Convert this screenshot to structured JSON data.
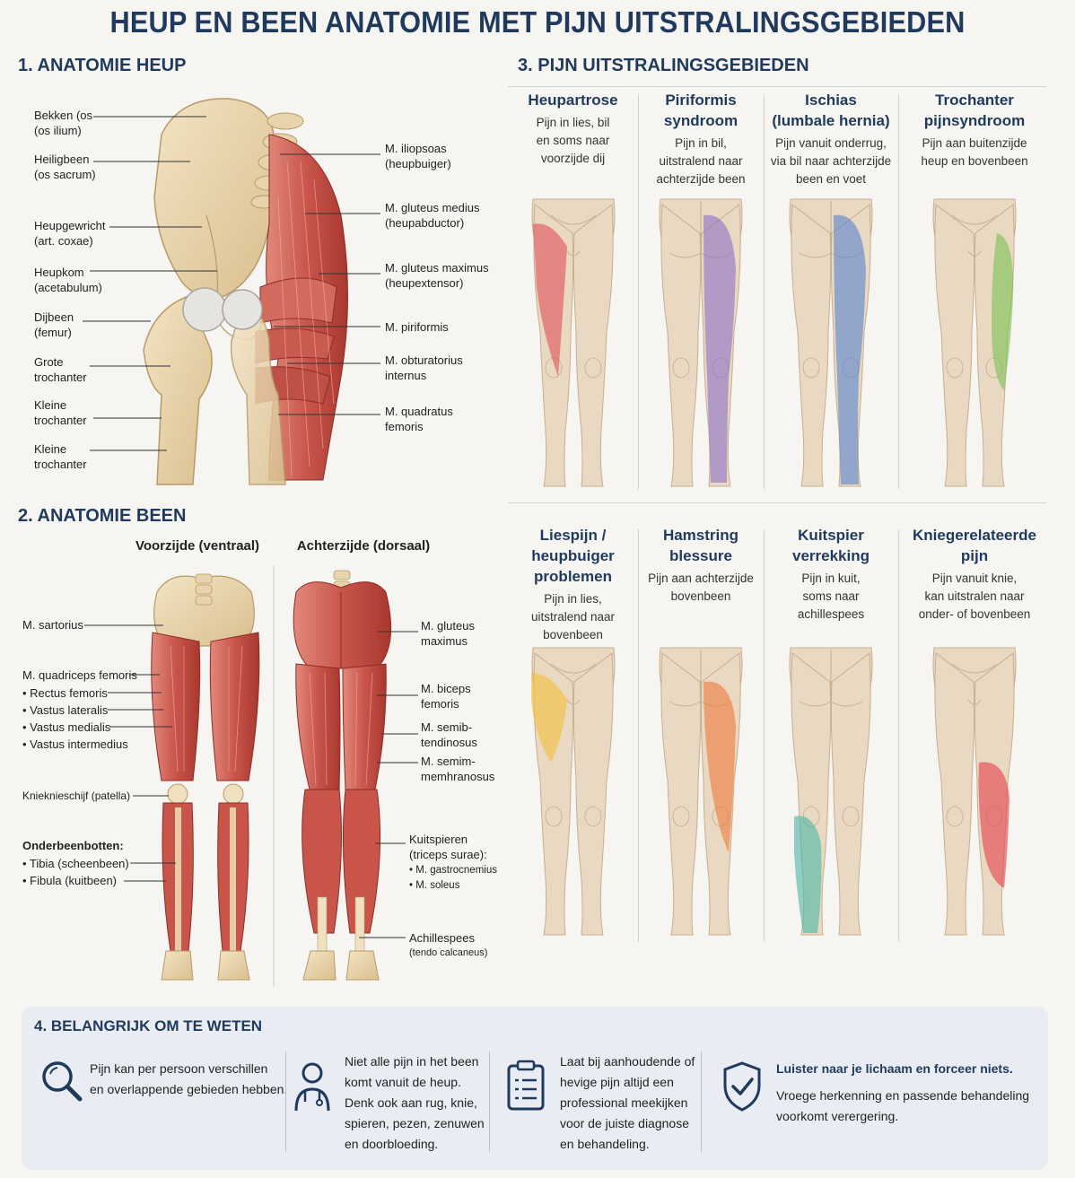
{
  "title": "HEUP EN BEEN ANATOMIE MET PIJN UITSTRALINGSGEBIEDEN",
  "section1": {
    "num": "1.",
    "title": "ANATOMIE HEUP",
    "left_labels": [
      [
        "Bekken (os",
        "(os ilium)"
      ],
      [
        "Heiligbeen",
        "(os sacrum)"
      ],
      [
        "Heupgewricht",
        "(art. coxae)"
      ],
      [
        "Heupkom",
        "(acetabulum)"
      ],
      [
        "Dijbeen",
        "(femur)"
      ],
      [
        "Grote",
        "trochanter"
      ],
      [
        "Kleine",
        "trochanter"
      ],
      [
        "Kleine",
        "trochanter"
      ]
    ],
    "right_labels": [
      [
        "M. iliopsoas",
        "(heupbuiger)"
      ],
      [
        "M. gluteus medius",
        "(heupabductor)"
      ],
      [
        "M. gluteus maximus",
        "(heupextensor)"
      ],
      [
        "M. piriformis"
      ],
      [
        "M. obturatorius",
        "internus"
      ],
      [
        "M. quadratus",
        "femoris"
      ]
    ]
  },
  "section2": {
    "num": "2.",
    "title": "ANATOMIE BEEN",
    "front_title": "Voorzijde (ventraal)",
    "back_title": "Achterzijde (dorsaal)",
    "front_labels": {
      "sartorius": "M. sartorius",
      "quad": "M. quadriceps femoris",
      "quad_items": [
        "Rectus femoris",
        "Vastus lateralis",
        "Vastus medialis",
        "Vastus intermedius"
      ],
      "patella": "Knieknieschijf (patella)",
      "bones": "Onderbeenbotten:",
      "bone_items": [
        "Tibia (scheenbeen)",
        "Fibula (kuitbeen)"
      ]
    },
    "back_labels": {
      "glut": [
        "M. gluteus",
        "maximus"
      ],
      "biceps": [
        "M. biceps",
        "femoris"
      ],
      "semit": [
        "M. semib-",
        "tendinosus"
      ],
      "semim": [
        "M. semim-",
        "memhranosus"
      ],
      "calf": [
        "Kuitspieren",
        "(triceps surae):"
      ],
      "calf_items": [
        "M. gastrocnemius",
        "M. soleus"
      ],
      "achilles": [
        "Achillespees",
        "(tendo calcaneus)"
      ]
    }
  },
  "section3": {
    "num": "3.",
    "title": "PIJN UITSTRALINGSGEBIEDEN",
    "panels": [
      {
        "title": [
          "Heupartrose"
        ],
        "desc": [
          "Pijn in lies, bil",
          "en soms naar",
          "voorzijde dij"
        ],
        "color": "#e0545a",
        "view": "front"
      },
      {
        "title": [
          "Piriformis",
          "syndroom"
        ],
        "desc": [
          "Pijn in bil,",
          "uitstralend naar",
          "achterzijde been"
        ],
        "color": "#8e72c8",
        "view": "back"
      },
      {
        "title": [
          "Ischias",
          "(lumbale hernia)"
        ],
        "desc": [
          "Pijn vanuit onderrug,",
          "via bil naar achterzijde",
          "been en voet"
        ],
        "color": "#5a86cf",
        "view": "back"
      },
      {
        "title": [
          "Trochanter",
          "pijnsyndroom"
        ],
        "desc": [
          "Pijn aan buitenzijde",
          "heup en bovenbeen"
        ],
        "color": "#7cc254",
        "view": "front"
      },
      {
        "title": [
          "Liespijn /",
          "heupbuiger",
          "problemen"
        ],
        "desc": [
          "Pijn in lies,",
          "uitstralend naar",
          "bovenbeen"
        ],
        "color": "#f0bf3c",
        "view": "front"
      },
      {
        "title": [
          "Hamstring",
          "blessure"
        ],
        "desc": [
          "Pijn aan achterzijde",
          "bovenbeen"
        ],
        "color": "#ee7a3e",
        "view": "back"
      },
      {
        "title": [
          "Kuitspier",
          "verrekking"
        ],
        "desc": [
          "Pijn in kuit,",
          "soms naar",
          "achillespees"
        ],
        "color": "#4fb8a6",
        "view": "back"
      },
      {
        "title": [
          "Kniegerelateerde",
          "pijn"
        ],
        "desc": [
          "Pijn vanuit knie,",
          "kan uitstralen naar",
          "onder- of bovenbeen"
        ],
        "color": "#e4434e",
        "view": "front"
      }
    ]
  },
  "section4": {
    "title": "4. BELANGRIJK OM TE WETEN",
    "items": [
      {
        "icon": "magnifier-icon",
        "lines": [
          "Pijn kan per persoon verschillen",
          "en overlappende gebieden hebben."
        ]
      },
      {
        "icon": "doctor-icon",
        "lines": [
          "Niet alle pijn in het been",
          "komt vanuit de heup.",
          "Denk ook aan rug, knie,",
          "spieren, pezen, zenuwen",
          "en doorbloeding."
        ]
      },
      {
        "icon": "clipboard-icon",
        "lines": [
          "Laat bij aanhoudende of",
          "hevige pijn altijd een",
          "professional meekijken",
          "voor de juiste diagnose",
          "en behandeling."
        ]
      },
      {
        "icon": "shield-check-icon",
        "headline": "Luister naar je lichaam en forceer niets.",
        "lines": [
          "Vroege herkenning en passende behandeling",
          "voorkomt verergering."
        ]
      }
    ]
  }
}
